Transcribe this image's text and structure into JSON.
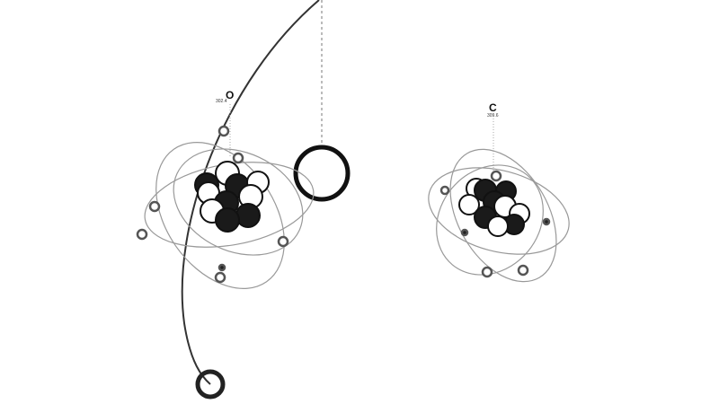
{
  "atoms": [
    {
      "symbol": "O",
      "value": "302.4"
    },
    {
      "symbol": "C",
      "value": "309.6"
    }
  ],
  "colors": {
    "ink": "#1a1a1a",
    "orbit": "#888888",
    "background": "#ffffff"
  }
}
